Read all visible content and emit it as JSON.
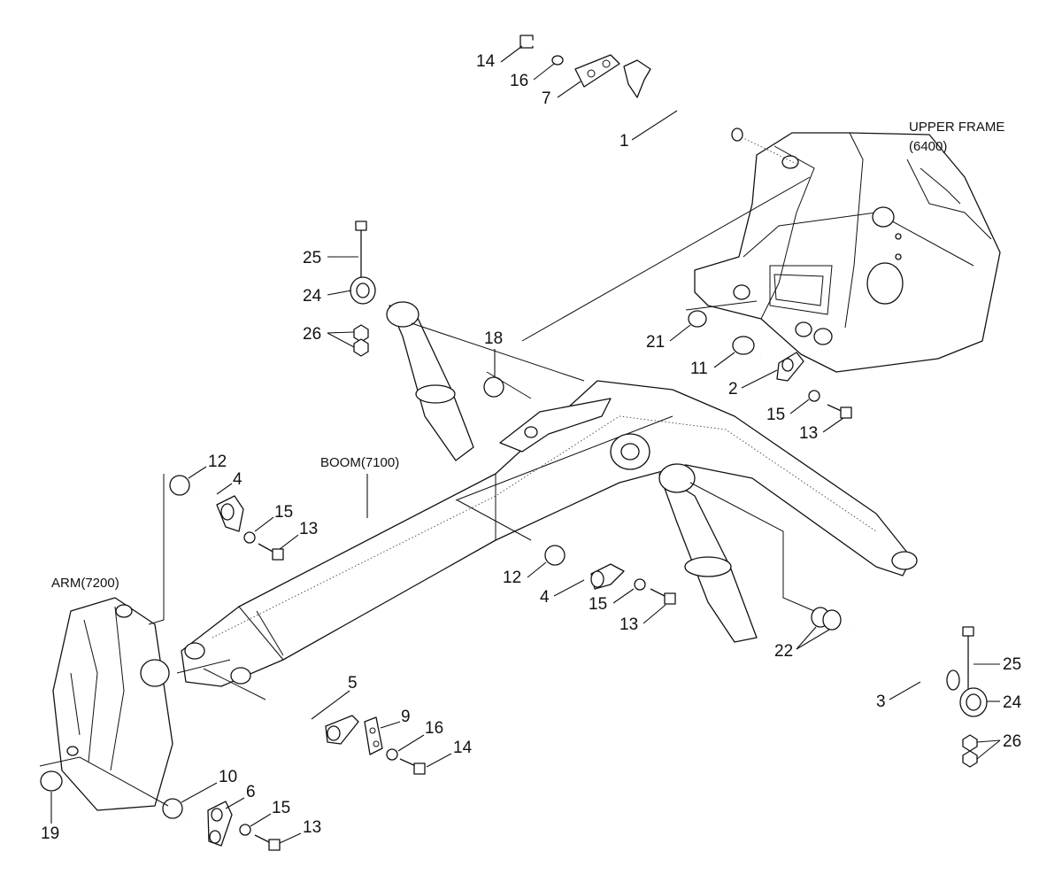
{
  "section_labels": {
    "upper_frame": "UPPER FRAME",
    "upper_frame_code": "(6400)",
    "boom": "BOOM(7100)",
    "arm": "ARM(7200)"
  },
  "callouts": {
    "c1": "1",
    "c2": "2",
    "c3": "3",
    "c4a": "4",
    "c4b": "4",
    "c5": "5",
    "c6": "6",
    "c7": "7",
    "c9": "9",
    "c10": "10",
    "c11": "11",
    "c12a": "12",
    "c12b": "12",
    "c13a": "13",
    "c13b": "13",
    "c13c": "13",
    "c13d": "13",
    "c14a": "14",
    "c14b": "14",
    "c15a": "15",
    "c15b": "15",
    "c15c": "15",
    "c15d": "15",
    "c16a": "16",
    "c16b": "16",
    "c18": "18",
    "c19": "19",
    "c21": "21",
    "c22": "22",
    "c24a": "24",
    "c24b": "24",
    "c25a": "25",
    "c25b": "25",
    "c26a": "26",
    "c26b": "26"
  }
}
